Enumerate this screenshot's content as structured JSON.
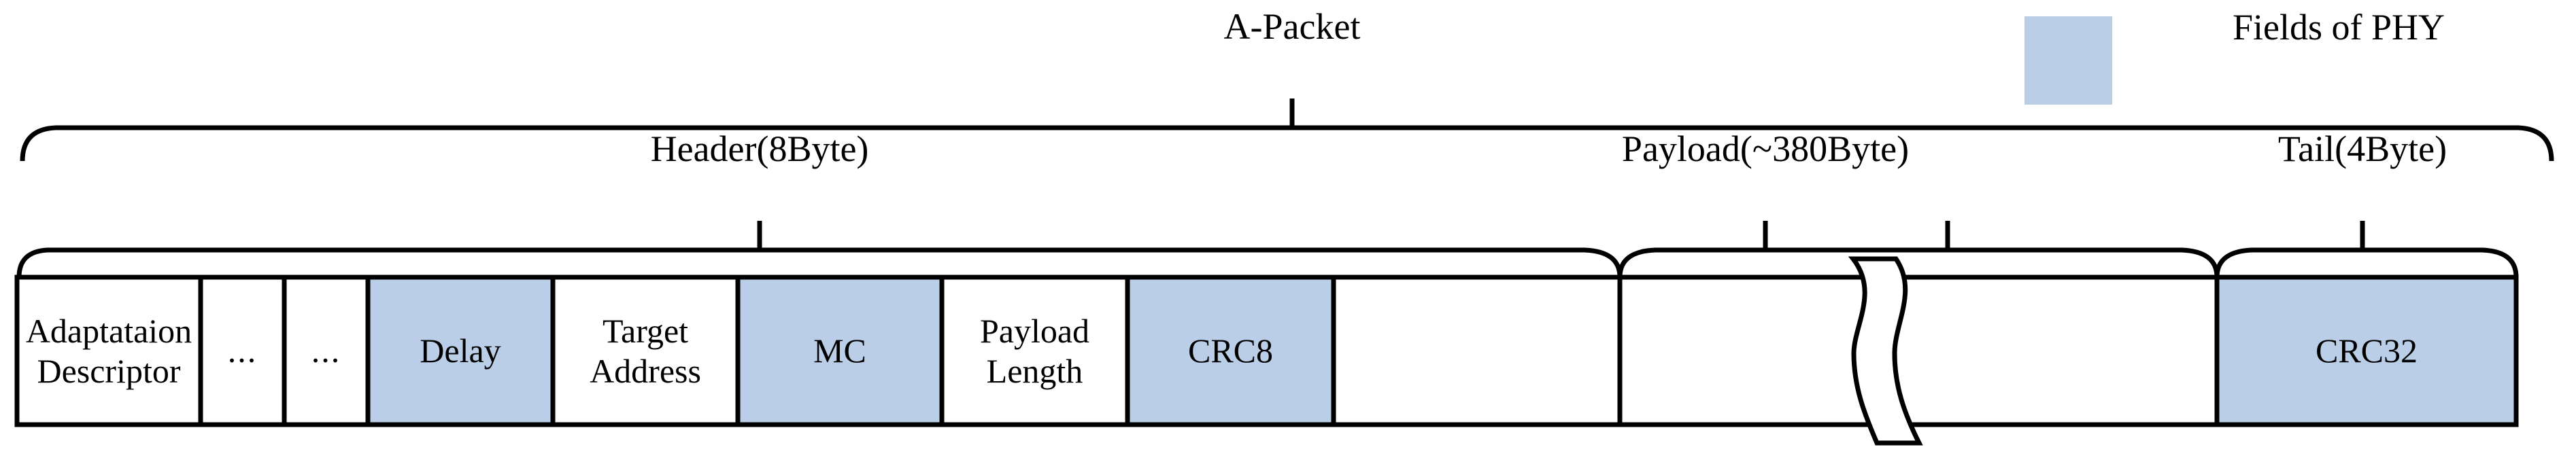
{
  "diagram": {
    "title": "A-Packet",
    "legend": {
      "swatch_color": "#bacfe7",
      "label": "Fields of PHY"
    },
    "top_brace": {
      "label": "A-Packet"
    },
    "section_braces": [
      {
        "label": "Header(8Byte)"
      },
      {
        "label": "Payload(~380Byte)"
      },
      {
        "label": "Tail(4Byte)"
      }
    ],
    "fields": [
      {
        "name": "adaptation-descriptor",
        "line1": "Adaptataion",
        "line2": "Descriptor",
        "phy": false
      },
      {
        "name": "ellipsis-1",
        "line1": "...",
        "line2": "",
        "phy": false
      },
      {
        "name": "ellipsis-2",
        "line1": "...",
        "line2": "",
        "phy": false
      },
      {
        "name": "delay",
        "line1": "Delay",
        "line2": "",
        "phy": true
      },
      {
        "name": "target-address",
        "line1": "Target",
        "line2": "Address",
        "phy": false
      },
      {
        "name": "mc",
        "line1": "MC",
        "line2": "",
        "phy": true
      },
      {
        "name": "payload-length",
        "line1": "Payload",
        "line2": "Length",
        "phy": false
      },
      {
        "name": "crc8",
        "line1": "CRC8",
        "line2": "",
        "phy": true
      },
      {
        "name": "payload",
        "line1": "",
        "line2": "",
        "phy": false
      },
      {
        "name": "crc32",
        "line1": "CRC32",
        "line2": "",
        "phy": true
      }
    ],
    "colors": {
      "phy_fill": "#bacfe7",
      "plain_fill": "#ffffff",
      "line": "#000000"
    }
  }
}
